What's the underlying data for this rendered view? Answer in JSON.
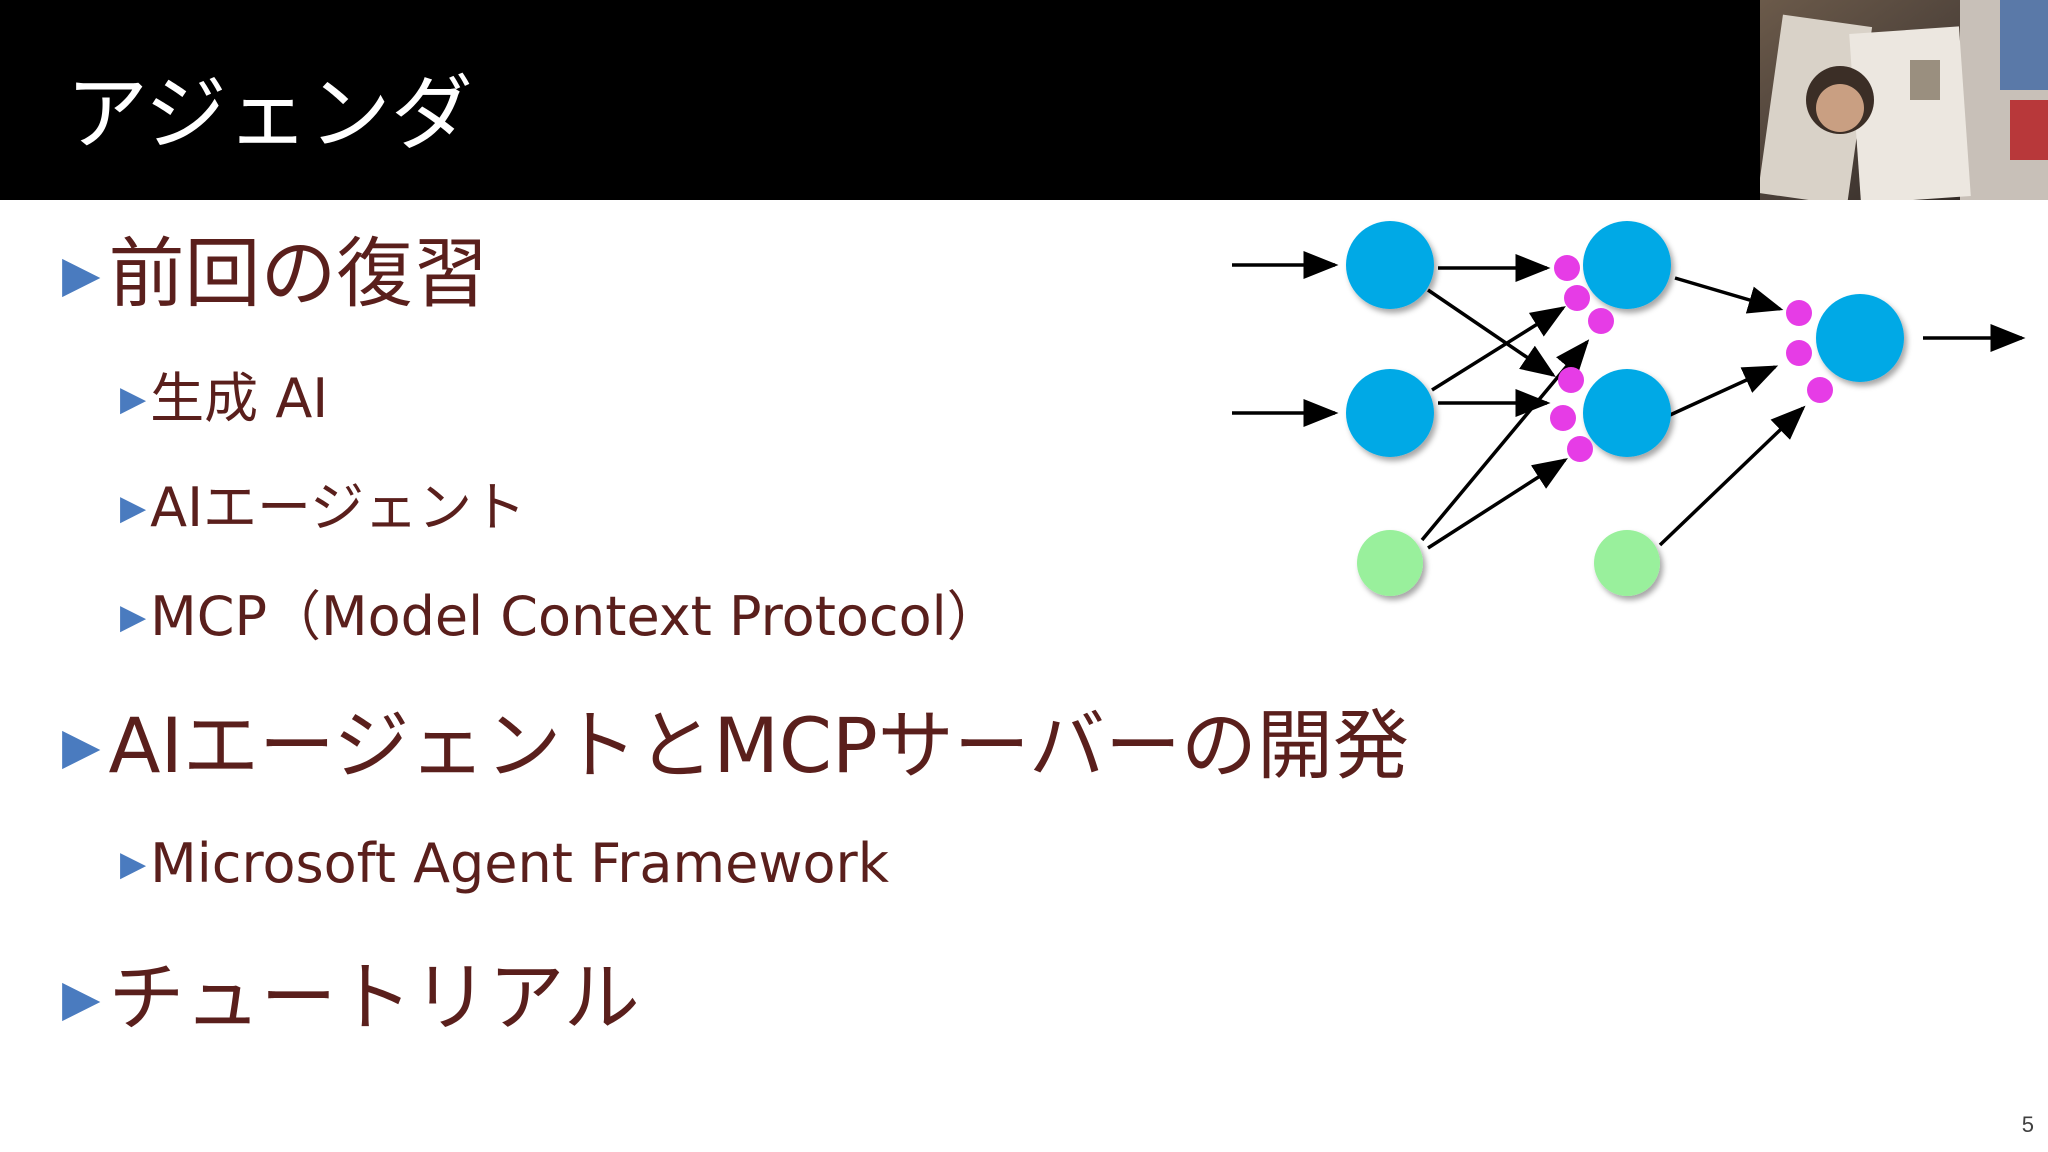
{
  "slide": {
    "title": "アジェンダ",
    "page_number": "5"
  },
  "agenda": {
    "marker": "▶",
    "items": [
      {
        "label": "前回の復習"
      },
      {
        "label": "生成 AI"
      },
      {
        "label": "AIエージェント"
      },
      {
        "label": "MCP（Model Context Protocol）"
      },
      {
        "label": "AIエージェントとMCPサーバーの開発"
      },
      {
        "label": "Microsoft Agent Framework"
      },
      {
        "label": "チュートリアル"
      }
    ]
  },
  "colors": {
    "title_bar": "#000000",
    "text": "#5a1f1c",
    "bullet_marker": "#4a7bbf",
    "neuron": "#00a9e6",
    "bias_neuron": "#99f09c",
    "weight_dot": "#e63ce6"
  },
  "decor": {
    "webcam_overlay": "presenter-video-thumbnail",
    "diagram": "neural-network-icon"
  }
}
